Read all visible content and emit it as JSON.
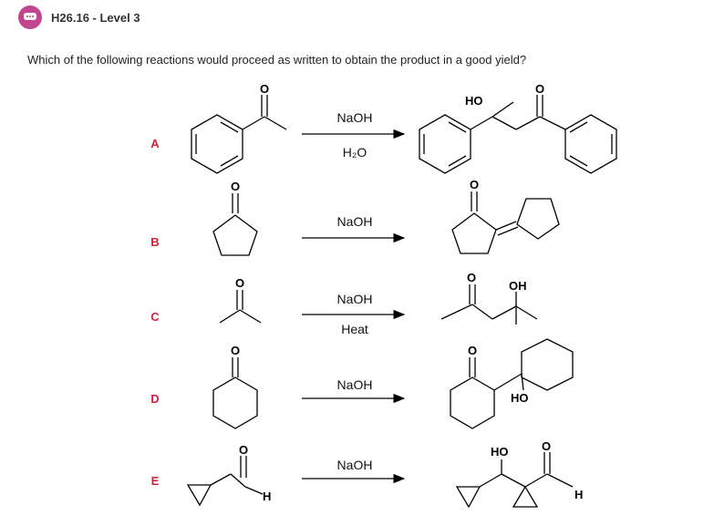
{
  "header": {
    "icon": "chat-bubble-icon",
    "title": "H26.16 - Level 3",
    "accent": "#c2468f"
  },
  "question": "Which of the following reactions would proceed as written to obtain the product in a good yield?",
  "options": [
    {
      "letter": "A",
      "reagent_top": "NaOH",
      "reagent_bottom": "H₂O"
    },
    {
      "letter": "B",
      "reagent_top": "NaOH",
      "reagent_bottom": ""
    },
    {
      "letter": "C",
      "reagent_top": "NaOH",
      "reagent_bottom": "Heat"
    },
    {
      "letter": "D",
      "reagent_top": "NaOH",
      "reagent_bottom": ""
    },
    {
      "letter": "E",
      "reagent_top": "NaOH",
      "reagent_bottom": ""
    }
  ],
  "atoms": {
    "O": "O",
    "HO": "HO",
    "OH": "OH",
    "H": "H"
  },
  "label_color": "#d3213a"
}
